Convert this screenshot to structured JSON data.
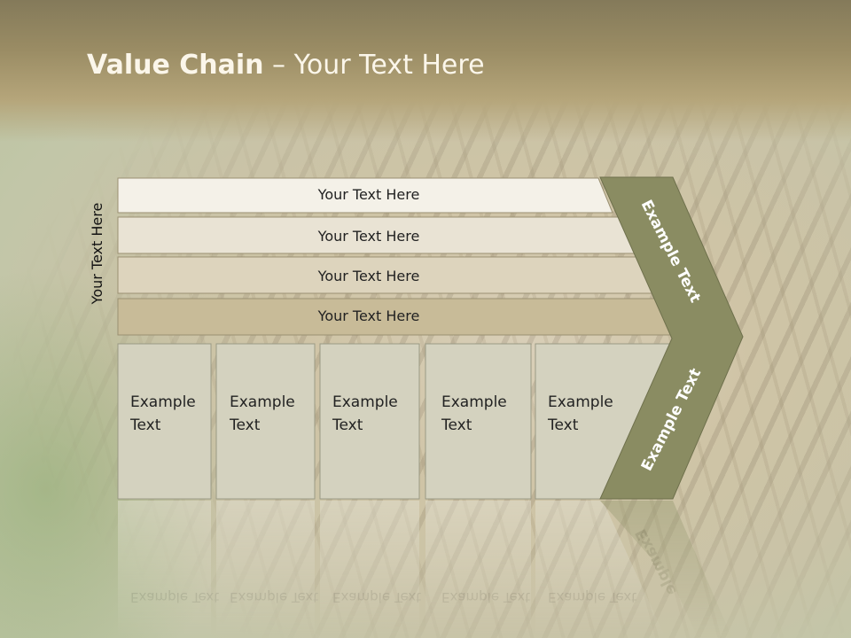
{
  "title": {
    "bold": "Value Chain",
    "rest": " – Your Text Here"
  },
  "side_label": "Your Text Here",
  "bars": [
    "Your Text Here",
    "Your Text Here",
    "Your Text Here",
    "Your Text Here"
  ],
  "boxes": [
    {
      "line1": "Example",
      "line2": "Text"
    },
    {
      "line1": "Example",
      "line2": "Text"
    },
    {
      "line1": "Example",
      "line2": "Text"
    },
    {
      "line1": "Example",
      "line2": "Text"
    },
    {
      "line1": "Example",
      "line2": "Text"
    }
  ],
  "arrow_labels": {
    "top": "Example Text",
    "bottom": "Example Text"
  },
  "reflection_labels": {
    "box": "Example Text",
    "arrow": "Example"
  },
  "colors": {
    "bar1": "#f4f1e8",
    "bar2": "#e9e3d4",
    "bar3": "#ddd4bd",
    "bar4": "#c8bb98",
    "box": "#d4d2bf",
    "arrow": "#8a8c62",
    "arrow_text": "#ffffff"
  }
}
